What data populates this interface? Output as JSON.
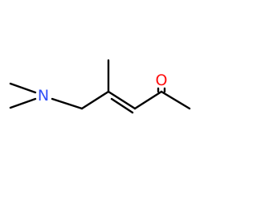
{
  "molecule": {
    "atoms": [
      {
        "id": "n1",
        "element": "N",
        "label": "N",
        "color": "#3050F8"
      },
      {
        "id": "o1",
        "element": "O",
        "label": "O",
        "color": "#FF0D0D"
      }
    ],
    "bonds": [
      {
        "from": "n-methyl-upper",
        "to": "n1",
        "order": 1
      },
      {
        "from": "n-methyl-lower",
        "to": "n1",
        "order": 1
      },
      {
        "from": "n1",
        "to": "ch2",
        "order": 1
      },
      {
        "from": "ch2",
        "to": "c-alkene-1",
        "order": 1
      },
      {
        "from": "c-alkene-1",
        "to": "c-methyl",
        "order": 1
      },
      {
        "from": "c-alkene-1",
        "to": "c-alkene-2",
        "order": 2
      },
      {
        "from": "c-alkene-2",
        "to": "c-carbonyl",
        "order": 1
      },
      {
        "from": "c-carbonyl",
        "to": "o1",
        "order": 2
      },
      {
        "from": "c-carbonyl",
        "to": "c-terminal-methyl",
        "order": 1
      }
    ]
  },
  "colors": {
    "bond": "#000000",
    "nitrogen": "#3050F8",
    "oxygen": "#FF0D0D",
    "background": "#FFFFFF"
  }
}
